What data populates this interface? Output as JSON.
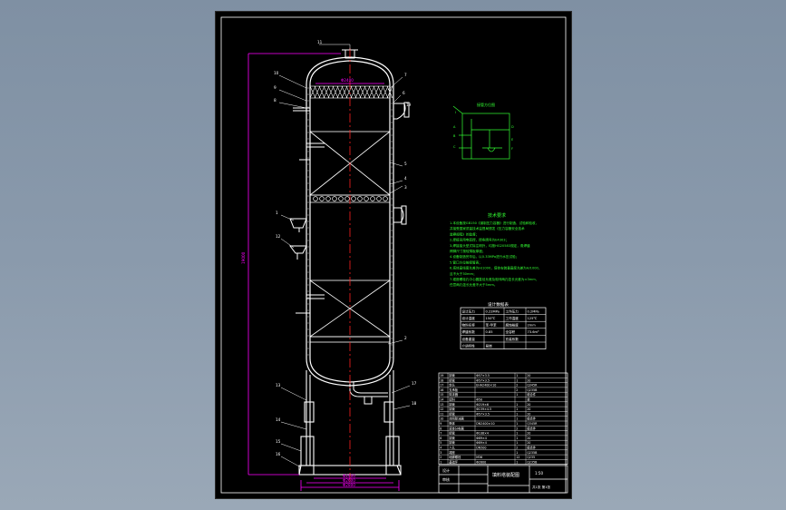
{
  "drawing": {
    "part_numbers": [
      "11",
      "10",
      "9",
      "8",
      "7",
      "6",
      "5",
      "4",
      "3",
      "2",
      "1",
      "12",
      "13",
      "14",
      "15",
      "16",
      "17",
      "18",
      "19"
    ],
    "dims": {
      "top_width": "Φ2400",
      "overall_height": "19000",
      "base_1": "Φ2400",
      "base_2": "Φ2600",
      "base_3": "Φ2800"
    }
  },
  "notes": {
    "title": "技术要求",
    "lines": [
      "1.本设备按GB150《钢制压力容器》进行制造、试验和验收，",
      "  并接受国家质量技术监督局颁发《压力容器安全技术",
      "  监察规程》的监督；",
      "2.焊接采用电弧焊，焊条牌号为E4303；",
      "3.焊接接头型式除注明外，均按HG20583规定，角焊缝",
      "  焊脚尺寸按较薄板厚度；",
      "4.设备制造完毕后，以0.33MPa进行水压试验；",
      "5.管口方位按接管表；",
      "6.塔体直线度允差为H/1000，塔体安装垂直度允差为H/1000，",
      "  且不大于30mm；",
      "7.裙座螺栓孔中心圆直径允差及相邻两孔弦长允差为±3mm，",
      "  任意两孔弦长允差不大于5mm。"
    ]
  },
  "spec_table": {
    "title": "设计数据表",
    "rows": [
      [
        "设计压力",
        "0.22MPa",
        "工作压力",
        "0.2MPa"
      ],
      [
        "设计温度",
        "150℃",
        "工作温度",
        "125℃"
      ],
      [
        "物料名称",
        "苯-甲苯",
        "腐蚀裕度",
        "2mm"
      ],
      [
        "焊缝系数",
        "0.85",
        "全容积",
        "73.6m³"
      ],
      [
        "设备重量",
        "",
        "充装系数",
        ""
      ],
      [
        "介质特性",
        "易燃",
        "",
        ""
      ]
    ]
  },
  "parts_list": {
    "rows": [
      [
        "19",
        "接管",
        "Φ57×3.5",
        "1",
        "20"
      ],
      [
        "18",
        "接管",
        "Φ57×3.5",
        "1",
        "20"
      ],
      [
        "17",
        "封头",
        "EHA2400×10",
        "2",
        "Q345R"
      ],
      [
        "16",
        "支承板",
        "",
        "2",
        "Q235B"
      ],
      [
        "15",
        "除沫器",
        "",
        "1",
        "组合件"
      ],
      [
        "14",
        "填料",
        "Φ50",
        "",
        "瓷"
      ],
      [
        "13",
        "接管",
        "Φ219×6",
        "1",
        "20"
      ],
      [
        "12",
        "接管",
        "Φ159×4.5",
        "1",
        "20"
      ],
      [
        "11",
        "接管",
        "Φ57×3.5",
        "1",
        "20"
      ],
      [
        "10",
        "丝网除沫器",
        "",
        "1",
        "组合件"
      ],
      [
        "9",
        "筒体",
        "DN2400×10",
        "1",
        "Q345R"
      ],
      [
        "8",
        "液体分布器",
        "",
        "2",
        "组合件"
      ],
      [
        "7",
        "接管",
        "Φ108×4",
        "1",
        "20"
      ],
      [
        "6",
        "接管",
        "Φ89×4",
        "1",
        "20"
      ],
      [
        "5",
        "接管",
        "Φ89×4",
        "1",
        "20"
      ],
      [
        "4",
        "人孔",
        "DN500",
        "2",
        "组合件"
      ],
      [
        "3",
        "裙座",
        "",
        "1",
        "Q235B"
      ],
      [
        "2",
        "地脚螺栓",
        "M36",
        "12",
        "Q235"
      ],
      [
        "1",
        "基础环",
        "Φ2800",
        "1",
        "Q235B"
      ]
    ]
  },
  "title_block": {
    "name": "填料塔装配图",
    "scale": "1:50",
    "sheet": "共1张 第1张",
    "drawn": "设计",
    "checked": "审核"
  },
  "detail": {
    "title": "接管方位图"
  },
  "colors": {
    "sheet_bg": "#000000",
    "line": "#ffffff",
    "dimension": "#ff00ff",
    "centerline": "#ff2020",
    "text": "#33ff33"
  }
}
